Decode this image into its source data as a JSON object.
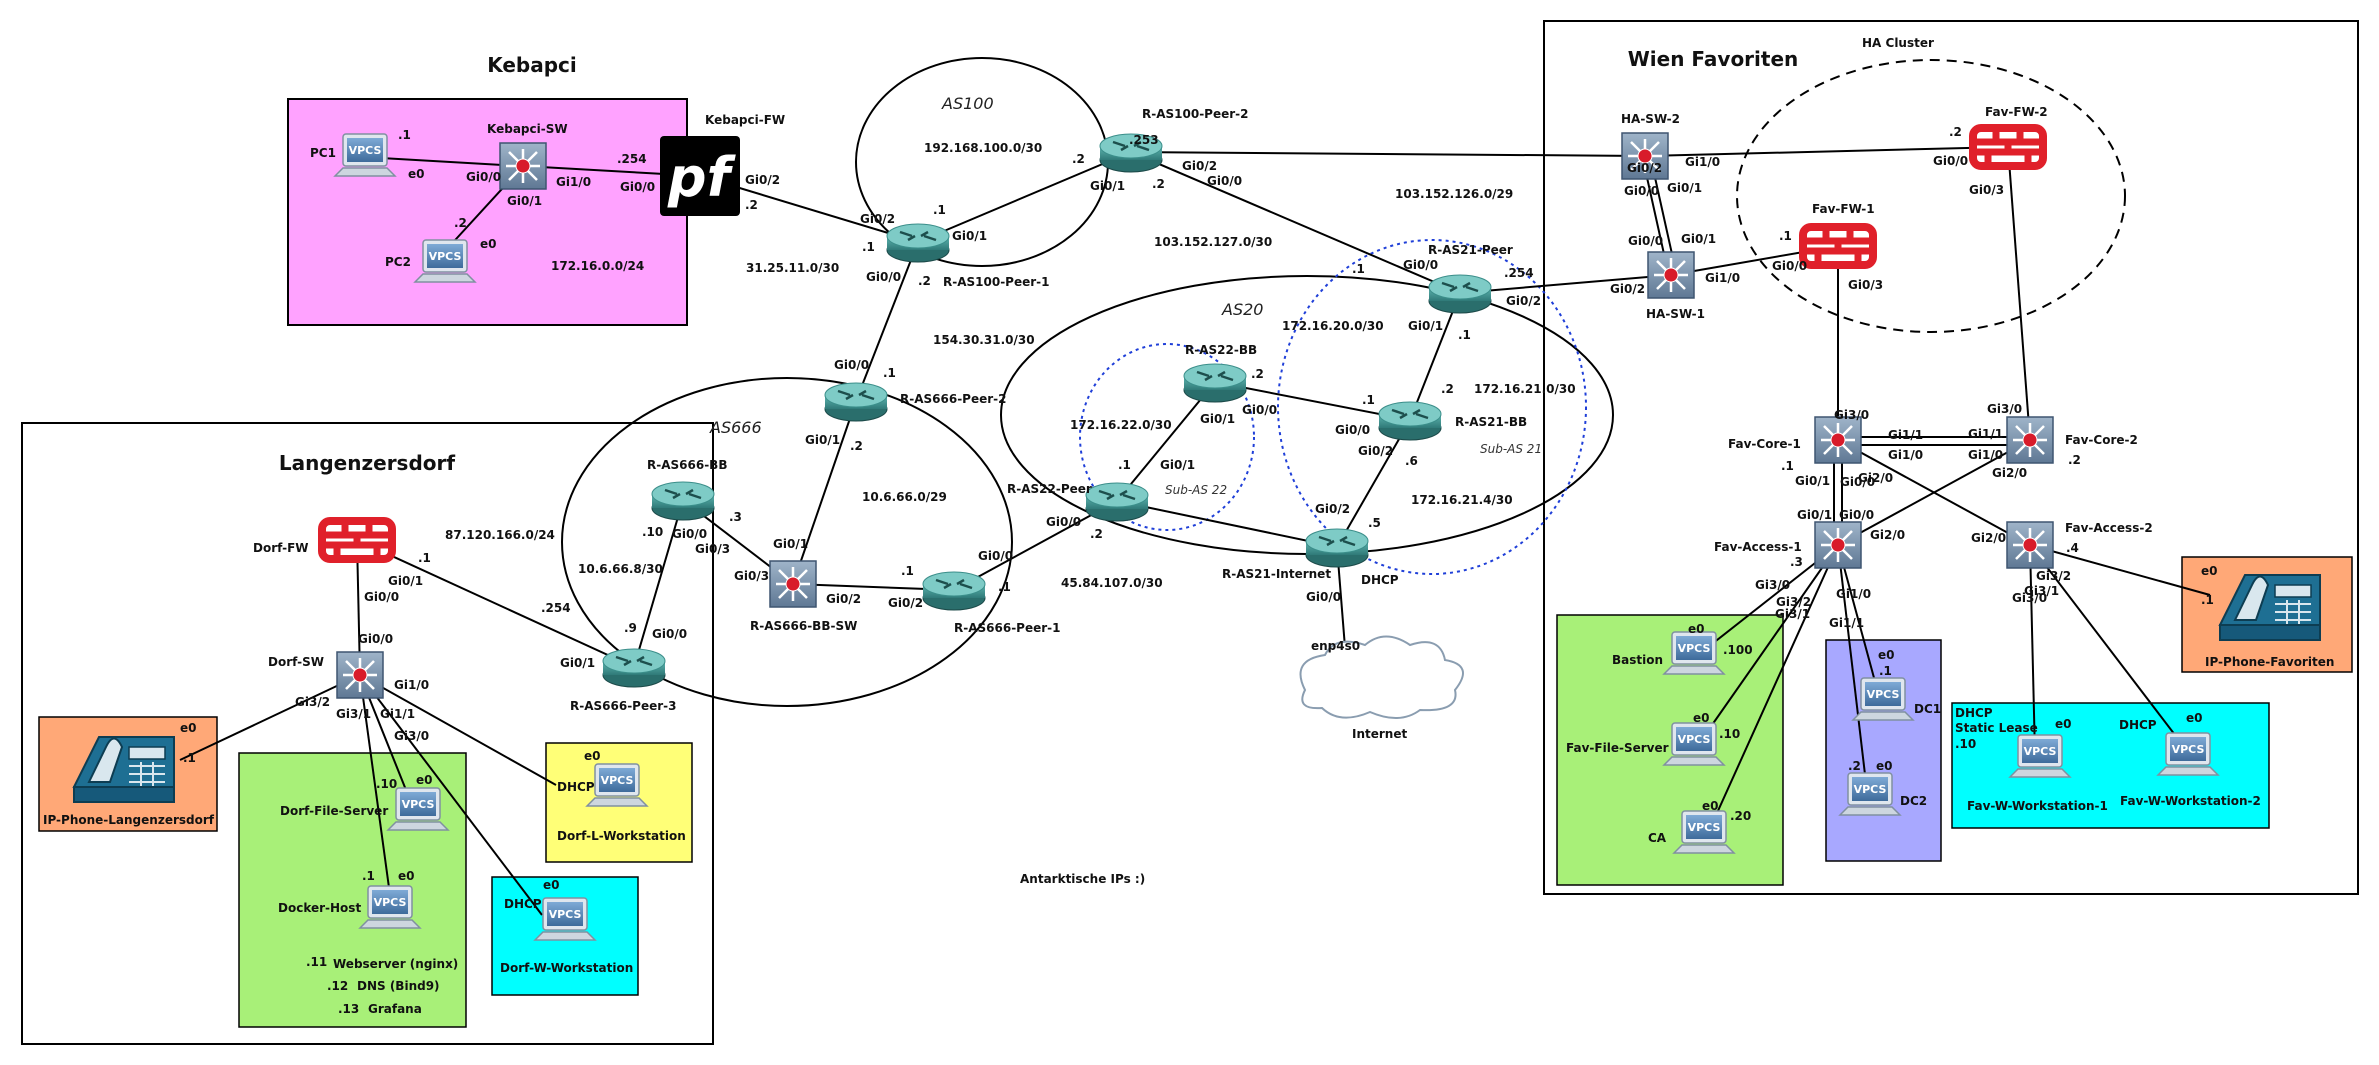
{
  "areas": {
    "kebapci": {
      "title": "Kebapci",
      "subnet": "172.16.0.0/24",
      "fill": "#ffa2ff"
    },
    "langenzersdorf": {
      "title": "Langenzersdorf"
    },
    "wien": {
      "title": "Wien Favoriten"
    },
    "ha_cluster": "HA Cluster",
    "dorf_servers_fill": "#a8f078",
    "workstation_fill": "#00ffff",
    "phone_fill": "#ffa877",
    "lworkstation_fill": "#ffff77",
    "dc_fill": "#a8a8ff"
  },
  "as_labels": {
    "as100": "AS100",
    "as666": "AS666",
    "as20": "AS20",
    "sub_as22": "Sub-AS 22",
    "sub_as21": "Sub-AS 21"
  },
  "subnets": {
    "as100": "192.168.100.0/30",
    "n31": "31.25.11.0/30",
    "n154": "154.30.31.0/30",
    "n103_127": "103.152.127.0/30",
    "n103_126": "103.152.126.0/29",
    "n172_20": "172.16.20.0/30",
    "n172_21_0": "172.16.21.0/30",
    "n172_22": "172.16.22.0/30",
    "n172_21_4": "172.16.21.4/30",
    "n10_6_66_0": "10.6.66.0/29",
    "n10_6_66_8": "10.6.66.8/30",
    "n87": "87.120.166.0/24",
    "n45": "45.84.107.0/30"
  },
  "vpcs_label": "VPCS",
  "devices": {
    "pc1": "PC1",
    "pc2": "PC2",
    "kebapci_sw": "Kebapci-SW",
    "kebapci_fw": "Kebapci-FW",
    "r_as100_peer_1": "R-AS100-Peer-1",
    "r_as100_peer_2": "R-AS100-Peer-2",
    "r_as666_peer_2": "R-AS666-Peer-2",
    "r_as666_bb": "R-AS666-BB",
    "r_as666_bb_sw": "R-AS666-BB-SW",
    "r_as666_peer_1": "R-AS666-Peer-1",
    "r_as666_peer_3": "R-AS666-Peer-3",
    "r_as22_bb": "R-AS22-BB",
    "r_as22_peer": "R-AS22-Peer",
    "r_as21_peer": "R-AS21-Peer",
    "r_as21_bb": "R-AS21-BB",
    "r_as21_internet": "R-AS21-Internet",
    "dhcp_internet": "DHCP",
    "internet": "Internet",
    "enp4s0": "enp4s0",
    "ha_sw_1": "HA-SW-1",
    "ha_sw_2": "HA-SW-2",
    "fav_fw_1": "Fav-FW-1",
    "fav_fw_2": "Fav-FW-2",
    "fav_core_1": "Fav-Core-1",
    "fav_core_2": "Fav-Core-2",
    "fav_access_1": "Fav-Access-1",
    "fav_access_2": "Fav-Access-2",
    "bastion": "Bastion",
    "fav_file_server": "Fav-File-Server",
    "ca": "CA",
    "dc1": "DC1",
    "dc2": "DC2",
    "fav_w_ws1": "Fav-W-Workstation-1",
    "fav_w_ws2": "Fav-W-Workstation-2",
    "ip_phone_fav": "IP-Phone-Favoriten",
    "dorf_fw": "Dorf-FW",
    "dorf_sw": "Dorf-SW",
    "ip_phone_dorf": "IP-Phone-Langenzersdorf",
    "dorf_file_server": "Dorf-File-Server",
    "docker_host": "Docker-Host",
    "dorf_l_ws": "Dorf-L-Workstation",
    "dorf_w_ws": "Dorf-W-Workstation"
  },
  "services": {
    "web": {
      "ip": ".11",
      "name": "Webserver (nginx)"
    },
    "dns": {
      "ip": ".12",
      "name": "DNS (Bind9)"
    },
    "graf": {
      "ip": ".13",
      "name": "Grafana"
    }
  },
  "notes": {
    "antarktis": "Antarktische IPs :)",
    "dhcp_static": [
      "DHCP",
      "Static Lease",
      ".10"
    ],
    "dhcp": "DHCP"
  },
  "labels": [
    [
      ".1",
      398,
      139
    ],
    [
      "e0",
      408,
      178
    ],
    [
      "Gi0/0",
      466,
      181
    ],
    [
      "Gi0/1",
      507,
      205
    ],
    [
      "Gi1/0",
      556,
      186
    ],
    [
      ".254",
      617,
      163
    ],
    [
      "Gi0/0",
      620,
      191
    ],
    [
      ".2",
      454,
      227
    ],
    [
      "e0",
      480,
      248
    ],
    [
      "Gi0/2",
      745,
      184
    ],
    [
      ".2",
      745,
      209
    ],
    [
      "Gi0/2",
      860,
      223
    ],
    [
      ".1",
      933,
      214
    ],
    [
      "Gi0/1",
      952,
      240
    ],
    [
      ".1",
      862,
      251
    ],
    [
      "Gi0/0",
      866,
      281
    ],
    [
      ".2",
      918,
      285
    ],
    [
      ".2",
      1072,
      163
    ],
    [
      "Gi0/1",
      1090,
      190
    ],
    [
      ".253",
      1129,
      144
    ],
    [
      "Gi0/2",
      1182,
      170
    ],
    [
      ".2",
      1152,
      188
    ],
    [
      "Gi0/0",
      1207,
      185
    ],
    [
      ".1",
      1352,
      273
    ],
    [
      "Gi0/0",
      1403,
      269
    ],
    [
      ".254",
      1504,
      277
    ],
    [
      "Gi0/2",
      1506,
      305
    ],
    [
      "Gi0/1",
      1408,
      330
    ],
    [
      ".1",
      1458,
      339
    ],
    [
      ".2",
      1251,
      378
    ],
    [
      "Gi0/1",
      1200,
      423
    ],
    [
      "Gi0/0",
      1242,
      414
    ],
    [
      ".1",
      1362,
      404
    ],
    [
      ".2",
      1441,
      393
    ],
    [
      "Gi0/0",
      1335,
      434
    ],
    [
      "Gi0/2",
      1358,
      455
    ],
    [
      ".6",
      1405,
      465
    ],
    [
      ".1",
      1118,
      469
    ],
    [
      "Gi0/1",
      1160,
      469
    ],
    [
      "Gi0/0",
      1046,
      526
    ],
    [
      ".2",
      1090,
      538
    ],
    [
      "Gi0/2",
      1315,
      513
    ],
    [
      ".5",
      1368,
      527
    ],
    [
      "Gi0/0",
      1306,
      601
    ],
    [
      "Gi0/0",
      834,
      369
    ],
    [
      ".1",
      883,
      377
    ],
    [
      "Gi0/1",
      805,
      444
    ],
    [
      ".2",
      850,
      450
    ],
    [
      "Gi0/0",
      978,
      560
    ],
    [
      ".1",
      998,
      591
    ],
    [
      ".1",
      901,
      575
    ],
    [
      "Gi0/2",
      888,
      607
    ],
    [
      "Gi0/1",
      773,
      548
    ],
    [
      "Gi0/3",
      734,
      580
    ],
    [
      "Gi0/2",
      826,
      603
    ],
    [
      ".3",
      729,
      521
    ],
    [
      "Gi0/0",
      672,
      538
    ],
    [
      "Gi0/3",
      695,
      553
    ],
    [
      ".10",
      642,
      536
    ],
    [
      ".9",
      624,
      632
    ],
    [
      "Gi0/0",
      652,
      638
    ],
    [
      "Gi0/1",
      560,
      667
    ],
    [
      ".254",
      541,
      612
    ],
    [
      ".1",
      418,
      562
    ],
    [
      "Gi0/1",
      388,
      585
    ],
    [
      "Gi0/0",
      364,
      601
    ],
    [
      "Gi0/0",
      358,
      643
    ],
    [
      "Gi3/2",
      295,
      706
    ],
    [
      "Gi3/1",
      336,
      718
    ],
    [
      "Gi1/1",
      380,
      718
    ],
    [
      "Gi1/0",
      394,
      689
    ],
    [
      "Gi3/0",
      394,
      740
    ],
    [
      "e0",
      180,
      732
    ],
    [
      ".1",
      183,
      762
    ],
    [
      ".10",
      376,
      788
    ],
    [
      "e0",
      416,
      784
    ],
    [
      ".1",
      362,
      880
    ],
    [
      "e0",
      398,
      880
    ],
    [
      "DHCP",
      557,
      791
    ],
    [
      "e0",
      584,
      760
    ],
    [
      "DHCP",
      504,
      908
    ],
    [
      "e0",
      543,
      889
    ],
    [
      "HA Cluster",
      1862,
      47
    ],
    [
      ".2",
      1949,
      136
    ],
    [
      "Gi0/0",
      1933,
      165
    ],
    [
      "Gi0/3",
      1969,
      194
    ],
    [
      "Gi0/2",
      1627,
      172
    ],
    [
      "Gi1/0",
      1685,
      166
    ],
    [
      "Gi0/0",
      1624,
      195
    ],
    [
      "Gi0/1",
      1667,
      192
    ],
    [
      "Gi0/0",
      1628,
      245
    ],
    [
      "Gi0/1",
      1681,
      243
    ],
    [
      "Gi0/2",
      1610,
      293
    ],
    [
      "Gi1/0",
      1705,
      282
    ],
    [
      ".1",
      1779,
      240
    ],
    [
      "Gi0/0",
      1772,
      270
    ],
    [
      "Gi0/3",
      1848,
      289
    ],
    [
      "Gi3/0",
      1834,
      419
    ],
    [
      "Gi3/0",
      1987,
      413
    ],
    [
      "Gi1/1",
      1888,
      439
    ],
    [
      "Gi1/0",
      1888,
      459
    ],
    [
      "Gi1/1",
      1968,
      438
    ],
    [
      "Gi1/0",
      1968,
      459
    ],
    [
      ".1",
      1781,
      470
    ],
    [
      ".2",
      2068,
      464
    ],
    [
      "Gi0/1",
      1795,
      485
    ],
    [
      "Gi0/0",
      1840,
      486
    ],
    [
      "Gi2/0",
      1858,
      482
    ],
    [
      "Gi2/0",
      1992,
      477
    ],
    [
      "Gi0/1",
      1797,
      519
    ],
    [
      "Gi0/0",
      1839,
      519
    ],
    [
      "Gi2/0",
      1870,
      539
    ],
    [
      "Gi2/0",
      1971,
      542
    ],
    [
      ".3",
      1790,
      566
    ],
    [
      ".4",
      2066,
      552
    ],
    [
      "Gi3/0",
      1755,
      589
    ],
    [
      "Gi3/2",
      1776,
      606
    ],
    [
      "Gi3/1",
      1775,
      618
    ],
    [
      "Gi1/0",
      1836,
      598
    ],
    [
      "Gi1/1",
      1829,
      627
    ],
    [
      "Gi3/2",
      2036,
      580
    ],
    [
      "Gi3/1",
      2024,
      595
    ],
    [
      "Gi3/0",
      2012,
      602
    ],
    [
      "e0",
      1688,
      633
    ],
    [
      ".100",
      1723,
      654
    ],
    [
      "e0",
      1693,
      722
    ],
    [
      ".10",
      1719,
      738
    ],
    [
      "e0",
      1702,
      810
    ],
    [
      ".20",
      1730,
      820
    ],
    [
      "e0",
      1878,
      659
    ],
    [
      ".1",
      1879,
      675
    ],
    [
      ".2",
      1848,
      770
    ],
    [
      "e0",
      1876,
      770
    ],
    [
      "e0",
      2055,
      728
    ],
    [
      "e0",
      2186,
      722
    ],
    [
      "e0",
      2201,
      575
    ],
    [
      ".1",
      2201,
      604
    ]
  ]
}
